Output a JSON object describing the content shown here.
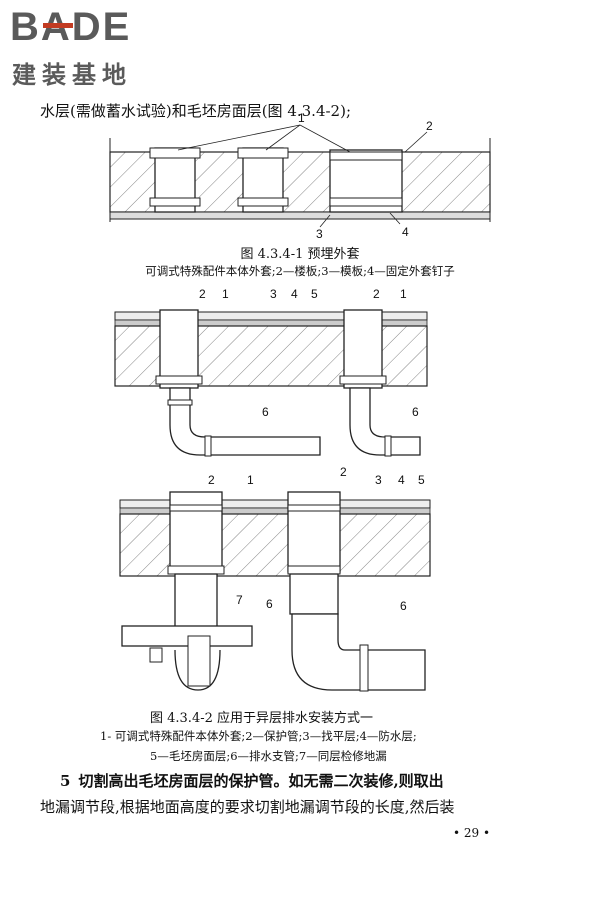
{
  "logo": {
    "brand": "BADE",
    "sub": "建装基地"
  },
  "intro_line": "水层(需做蓄水试验)和毛坯房面层(图 4.3.4-2);",
  "fig1": {
    "caption": "图 4.3.4-1   预埋外套",
    "legend": "可调式特殊配件本体外套;2—楼板;3—模板;4—固定外套钉子",
    "labels": [
      "1",
      "2",
      "3",
      "4"
    ]
  },
  "fig2": {
    "caption": "图 4.3.4-2   应用于异层排水安装方式一",
    "legend_line1": "1- 可调式特殊配件本体外套;2—保护管;3—找平层;4—防水层;",
    "legend_line2": "5—毛坯房面层;6—排水支管;7—同层检修地漏",
    "labels": [
      "1",
      "2",
      "3",
      "4",
      "5",
      "6",
      "7"
    ]
  },
  "step": {
    "number": "5",
    "title": "切割高出毛坯房面层的保护管。如无需二次装修,则取出",
    "line2": "地漏调节段,根据地面高度的要求切割地漏调节段的长度,然后装"
  },
  "page_number": "• 29 •"
}
